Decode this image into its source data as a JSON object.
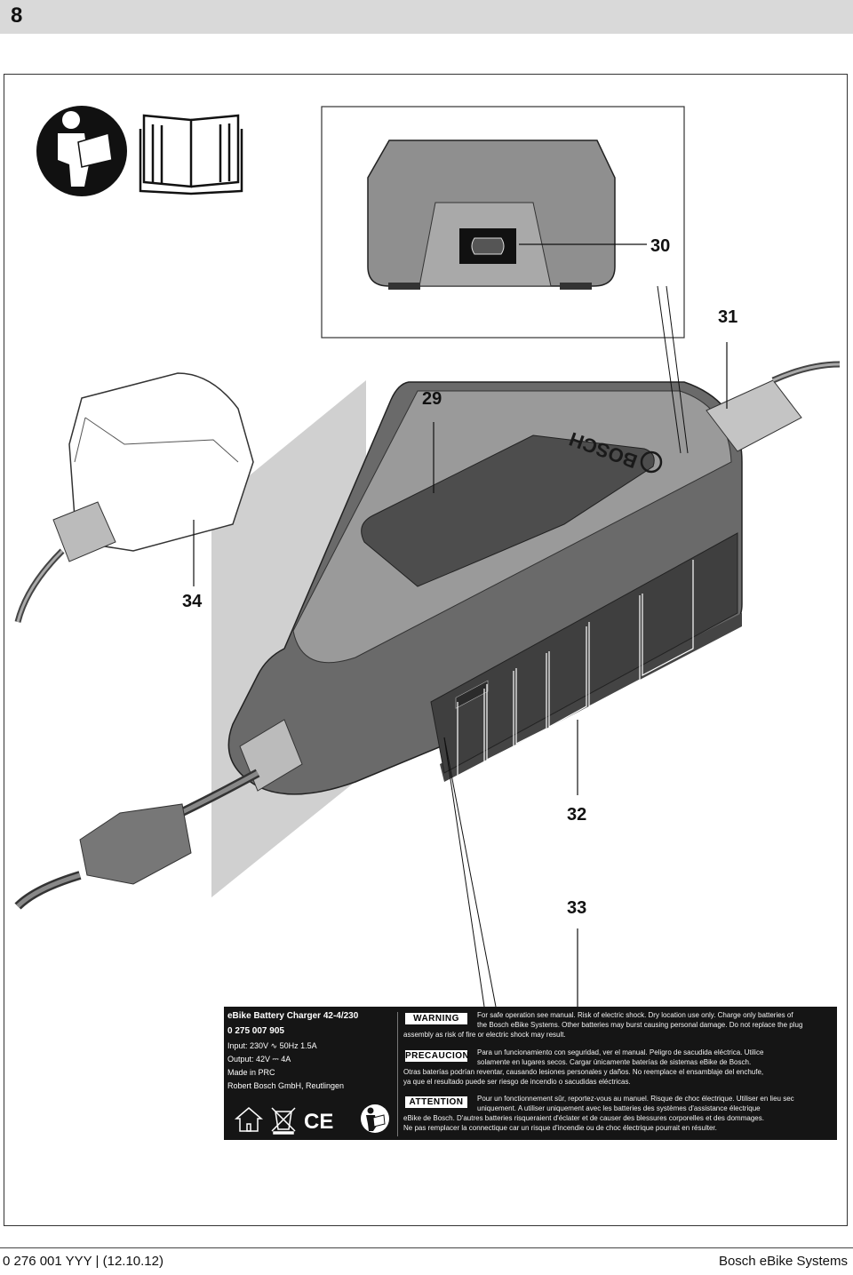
{
  "page": {
    "number": "8",
    "footer_left": "0 276 001 YYY | (12.10.12)",
    "footer_right": "Bosch eBike Systems"
  },
  "callouts": [
    "30",
    "31",
    "29",
    "34",
    "32",
    "33"
  ],
  "device_logo": "BOSCH",
  "icons": [
    "read-manual-icon",
    "open-book-icon",
    "indoor-use-icon",
    "weee-bin-icon",
    "ce-mark-icon",
    "read-manual-small-icon"
  ],
  "label": {
    "title": "eBike Battery Charger 42-4/230",
    "part_number": "0 275 007 905",
    "input": "Input: 230V ∿ 50Hz 1.5A",
    "output": "Output: 42V ⎓ 4A",
    "made_in": "Made in PRC",
    "manufacturer": "Robert Bosch GmbH, Reutlingen",
    "ce": "CE",
    "warning_badge": "WARNING",
    "warning_text_1": "For safe operation see manual. Risk of electric shock. Dry location use only. Charge only batteries of",
    "warning_text_2": "the Bosch eBike Systems. Other batteries may burst causing personal damage. Do not replace the plug",
    "warning_text_3": "assembly as risk of fire or electric shock may result.",
    "precaucion_badge": "PRECAUCION",
    "precaucion_text_1": "Para un funcionamiento con seguridad, ver el manual. Peligro de sacudida eléctrica. Utilice",
    "precaucion_text_2": "solamente en lugares secos. Cargar únicamente baterías de sistemas eBike de Bosch.",
    "precaucion_text_3": "Otras baterías podrían reventar, causando lesiones personales y daños. No reemplace el ensamblaje del enchufe,",
    "precaucion_text_4": "ya que el resultado puede ser riesgo de incendio o sacudidas eléctricas.",
    "attention_badge": "ATTENTION",
    "attention_text_1": "Pour un fonctionnement sûr, reportez-vous au manuel. Risque de choc électrique. Utiliser en lieu sec",
    "attention_text_2": "uniquement. A utiliser uniquement avec les batteries des systèmes d'assistance électrique",
    "attention_text_3": "eBike de Bosch. D'autres batteries risqueraient d'éclater et de causer des blessures corporelles et des dommages.",
    "attention_text_4": "Ne pas remplacer la connectique car un risque d'incendie ou de choc électrique pourrait en résulter."
  }
}
